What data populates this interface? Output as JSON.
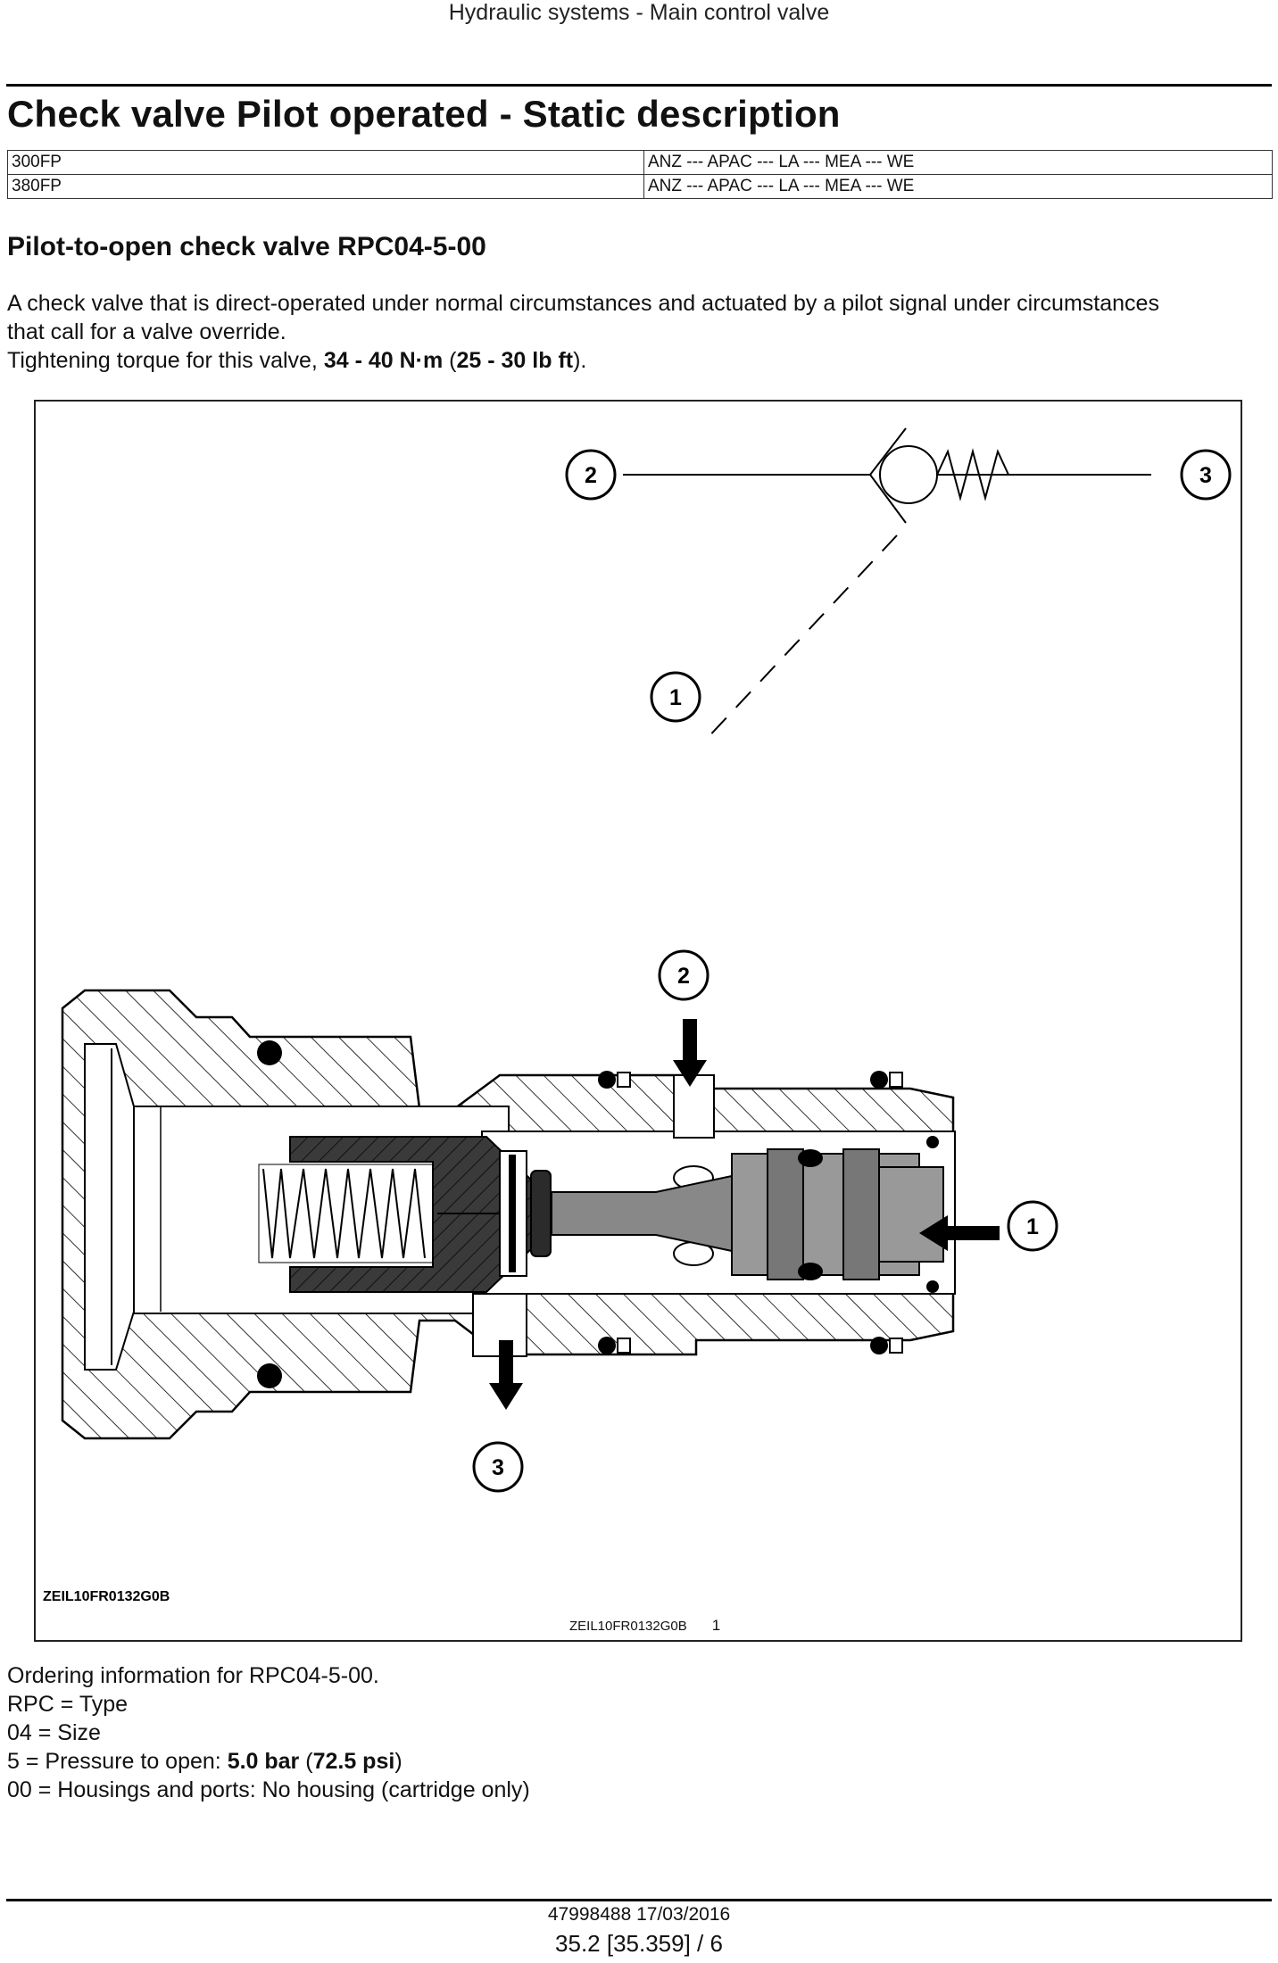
{
  "header": {
    "running_title": "Hydraulic systems - Main control valve"
  },
  "title": "Check valve Pilot operated - Static description",
  "models": [
    {
      "model": "300FP",
      "regions": "ANZ --- APAC --- LA --- MEA --- WE"
    },
    {
      "model": "380FP",
      "regions": "ANZ --- APAC --- LA --- MEA --- WE"
    }
  ],
  "section": {
    "heading": "Pilot-to-open check valve RPC04-5-00",
    "intro_line1": "A check valve that is direct-operated under normal circumstances and actuated by a pilot signal under circumstances",
    "intro_line2": "that call for a valve override.",
    "torque_prefix": "Tightening torque for this valve, ",
    "torque_nm": "34 - 40 N·m",
    "torque_open": " (",
    "torque_lbft": "25 - 30 lb ft",
    "torque_close": ")."
  },
  "figure": {
    "code_in_figure": "ZEIL10FR0132G0B",
    "caption_code": "ZEIL10FR0132G0B",
    "caption_number": "1",
    "callouts": {
      "top_2": "2",
      "top_3": "3",
      "top_1": "1",
      "sec_2": "2",
      "sec_1": "1",
      "sec_3": "3"
    }
  },
  "ordering": {
    "intro": "Ordering information for RPC04-5-00.",
    "type": "RPC = Type",
    "size": "04 = Size",
    "pressure_prefix": "5 = Pressure to open: ",
    "pressure_bar": "5.0 bar",
    "pressure_open": " (",
    "pressure_psi": "72.5 psi",
    "pressure_close": ")",
    "housing": "00 = Housings and ports: No housing (cartridge only)"
  },
  "footer": {
    "doc": "47998488 17/03/2016",
    "page": "35.2 [35.359] / 6"
  }
}
